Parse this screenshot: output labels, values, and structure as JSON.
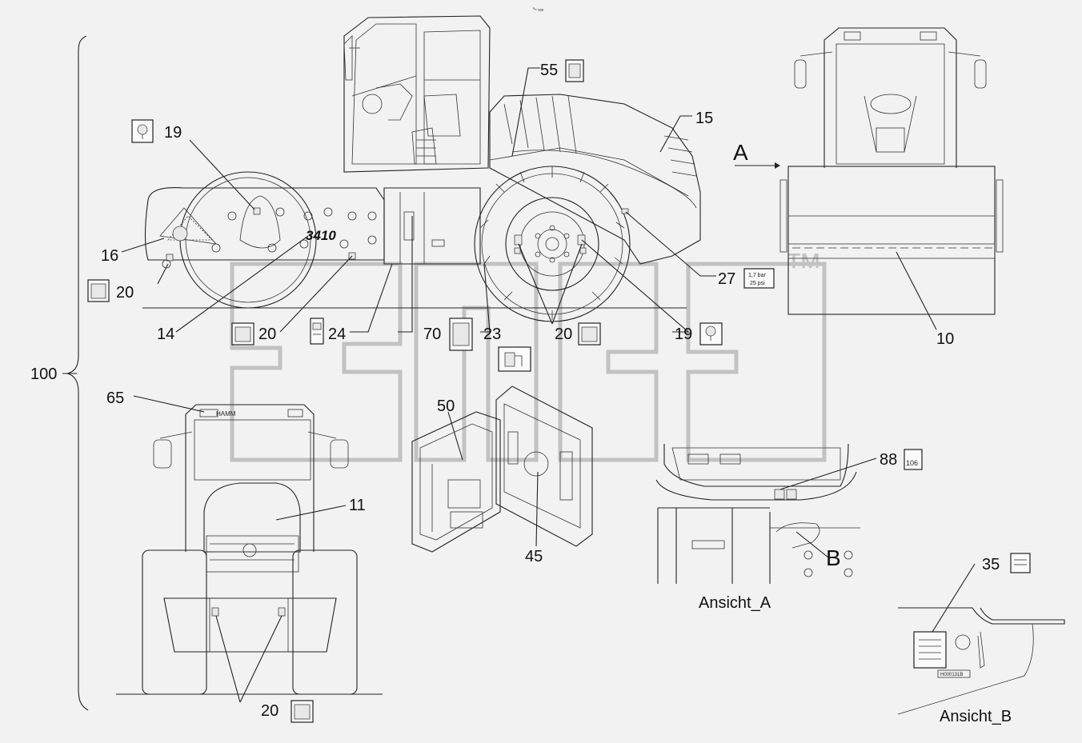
{
  "header": {
    "code": "ⁿₕ ₐₐₐ"
  },
  "callouts": {
    "c100": "100",
    "c19a": "19",
    "c16": "16",
    "c20a": "20",
    "c14": "14",
    "c20b": "20",
    "c24": "24",
    "c70": "70",
    "c23": "23",
    "c20c": "20",
    "c19b": "19",
    "c27": "27",
    "c55": "55",
    "c15": "15",
    "c10": "10",
    "c65": "65",
    "c11": "11",
    "c20d": "20",
    "c50": "50",
    "c45": "45",
    "c88": "88",
    "c35": "35"
  },
  "text": {
    "model": "3410",
    "cab_brand": "HAMM",
    "pressure_bar": "1,7 bar",
    "pressure_psi": "25 psi",
    "arrow_a": "A",
    "arrow_b": "B",
    "view_a": "Ansicht_A",
    "view_b": "Ansicht_B",
    "sign_88_value": "106",
    "plate_code": "H000131B"
  },
  "watermark": {
    "mark": "™"
  }
}
